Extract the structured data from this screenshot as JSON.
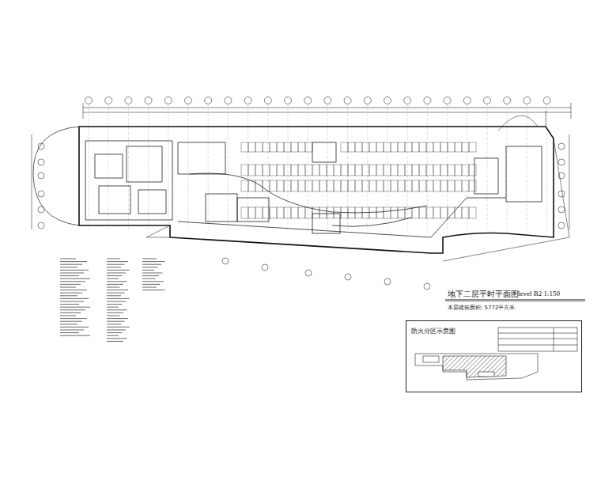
{
  "diagram": {
    "title": "地下二层平时平面图",
    "nodes": [
      {
        "text": [
          "防火分区示意图"
        ]
      }
    ],
    "labels": [
      "level B2 1:150",
      "本层建筑面积: 5772平方米"
    ]
  }
}
